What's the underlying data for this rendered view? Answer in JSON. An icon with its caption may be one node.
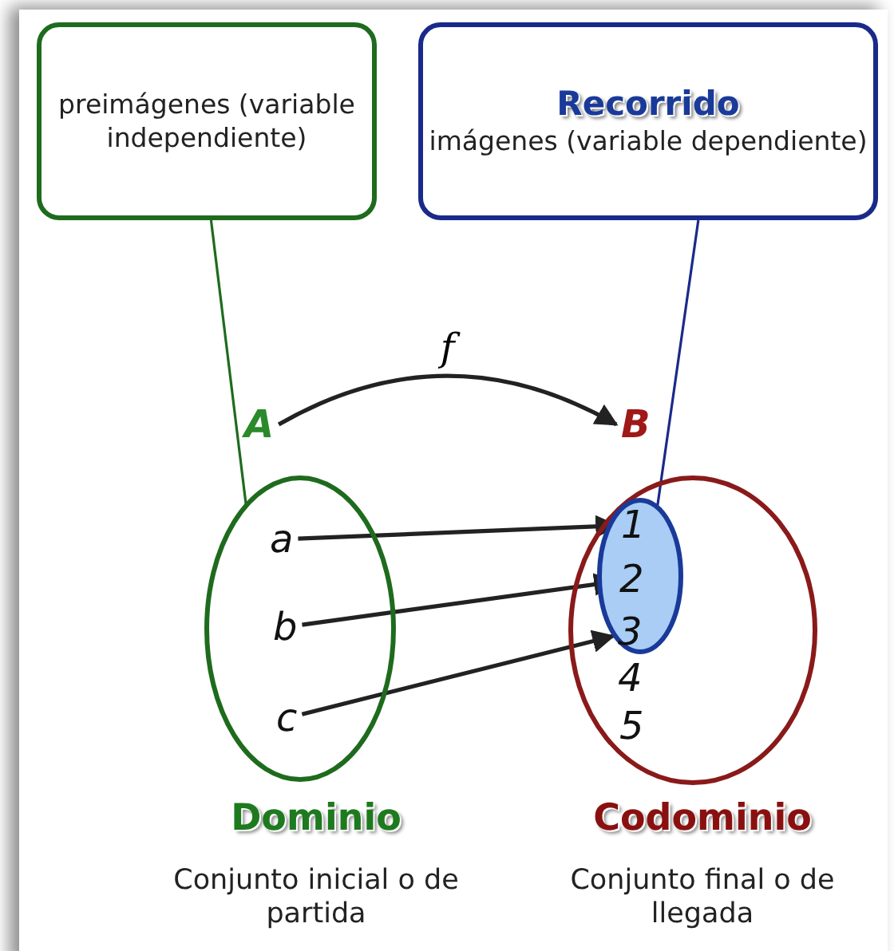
{
  "diagram": {
    "nodes": [
      {
        "text": [
          "preimágenes (variable independiente)"
        ]
      },
      {
        "text": [
          "Recorrido",
          "imágenes (variable dependiente)"
        ]
      },
      {
        "text": [
          "A"
        ]
      },
      {
        "text": [
          "B"
        ]
      },
      {
        "text": [],
        "shape": "ellipse",
        "beside": [
          "Dominio",
          "Conjunto inicial o de partida"
        ]
      },
      {
        "text": [
          "a"
        ],
        "in": 4
      },
      {
        "text": [
          "b"
        ],
        "in": 4
      },
      {
        "text": [
          "c"
        ],
        "in": 4
      },
      {
        "text": [],
        "shape": "ellipse",
        "beside": [
          "Codominio",
          "Conjunto final o de llegada"
        ]
      },
      {
        "text": [],
        "shape": "ellipse",
        "in": 8
      },
      {
        "text": [
          "1"
        ],
        "in": 9
      },
      {
        "text": [
          "2"
        ],
        "in": 9
      },
      {
        "text": [
          "3"
        ],
        "in": 9
      },
      {
        "text": [
          "4"
        ],
        "in": 8
      },
      {
        "text": [
          "5"
        ],
        "in": 8
      }
    ],
    "edges": [
      {
        "from": 0,
        "to": 4,
        "arrow": "none",
        "color": "#1e6b1e"
      },
      {
        "from": 1,
        "to": 9,
        "arrow": "none",
        "color": "#1a2a8a"
      },
      {
        "from": 2,
        "to": 3,
        "arrow": "to",
        "label": "f"
      },
      {
        "from": 5,
        "to": 10,
        "arrow": "to"
      },
      {
        "from": 6,
        "to": 11,
        "arrow": "to"
      },
      {
        "from": 7,
        "to": 12,
        "arrow": "to"
      }
    ]
  }
}
